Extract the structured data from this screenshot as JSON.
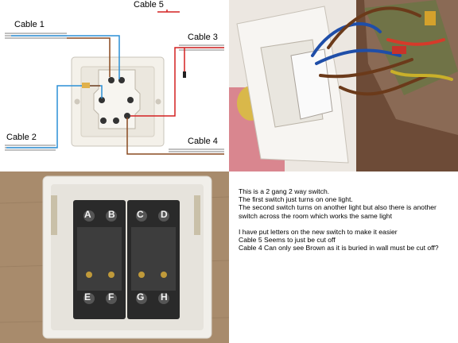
{
  "diagram": {
    "labels": {
      "cable1": "Cable 1",
      "cable2": "Cable 2",
      "cable3": "Cable 3",
      "cable4": "Cable 4",
      "cable5": "Cable 5"
    }
  },
  "new_switch": {
    "terminal_letters": [
      "A",
      "B",
      "C",
      "D",
      "E",
      "F",
      "G",
      "H"
    ]
  },
  "description": {
    "lines": [
      "This is a 2 gang 2 way switch.",
      "The first switch just turns on one light.",
      "The second switch turns on another light  but also there is another switch  across the room which works the same light",
      "",
      "I have put letters on the new switch to make it easier",
      "Cable 5 Seems to just be cut off",
      "Cable 4 Can only see Brown as it is buried in wall must be cut off?"
    ]
  },
  "colors": {
    "blue_wire": "#2b8fd6",
    "red_wire": "#d42020",
    "brown_wire": "#8a4a20",
    "grey_cable": "#9a9a9a",
    "faceplate": "#f4f1ea",
    "wood_background": "#a88b6c"
  }
}
